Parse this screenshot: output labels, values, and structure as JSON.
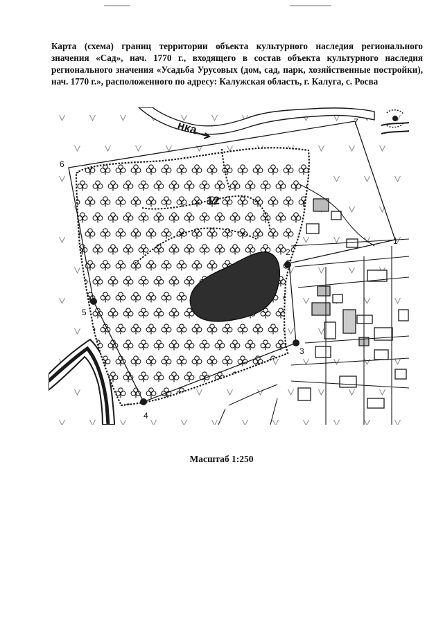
{
  "document": {
    "title": "Карта (схема) границ территории объекта культурного наследия регионального значения «Сад», нач. 1770 г., входящего в состав объекта культурного наследия регионального значения «Усадьба Урусовых (дом, сад, парк, хозяйственные постройки), нач. 1770 г.», расположенного по адресу: Калужская область, г. Калуга, с. Росва",
    "scale": "Масштаб 1:250"
  },
  "map": {
    "area_label": "12",
    "river_label": "нка",
    "boundary_points": [
      {
        "label": "1"
      },
      {
        "label": "2"
      },
      {
        "label": "3"
      },
      {
        "label": "4"
      },
      {
        "label": "5"
      },
      {
        "label": "6"
      },
      {
        "label": "7"
      }
    ],
    "colors": {
      "ink": "#1a1a1a",
      "pond": "#2e2e2e",
      "paper": "#ffffff"
    }
  }
}
